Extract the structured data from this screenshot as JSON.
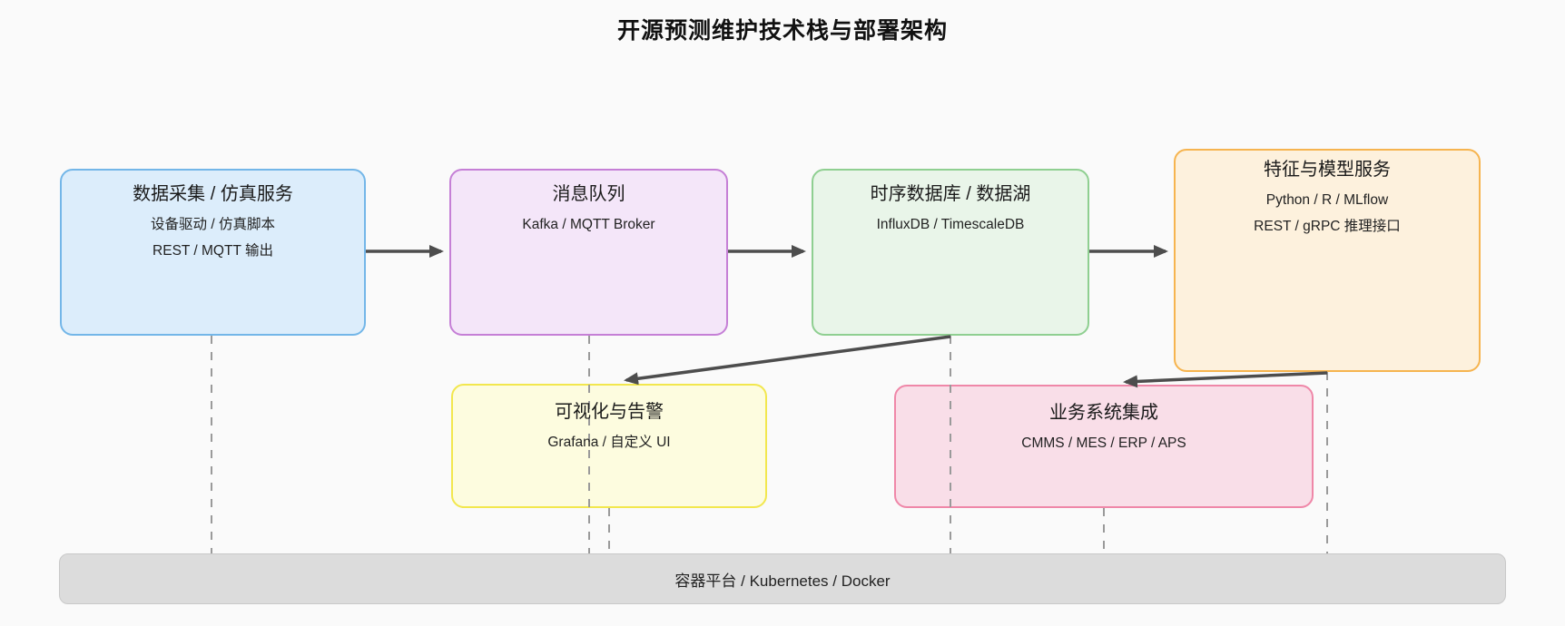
{
  "title": "开源预测维护技术栈与部署架构",
  "nodes": [
    {
      "id": "data-collection",
      "title": "数据采集 / 仿真服务",
      "lines": [
        "设备驱动 / 仿真脚本",
        "REST / MQTT 输出"
      ],
      "fill": "#dcedfb",
      "border": "#73b6e8"
    },
    {
      "id": "message-queue",
      "title": "消息队列",
      "lines": [
        "Kafka / MQTT Broker"
      ],
      "fill": "#f4e6f9",
      "border": "#c57fd6"
    },
    {
      "id": "timeseries-db",
      "title": "时序数据库 / 数据湖",
      "lines": [
        "InfluxDB / TimescaleDB"
      ],
      "fill": "#e9f5e9",
      "border": "#8fcf91"
    },
    {
      "id": "feature-model-service",
      "title": "特征与模型服务",
      "lines": [
        "Python / R / MLflow",
        "REST / gRPC 推理接口"
      ],
      "fill": "#fdf1dd",
      "border": "#f6b44f"
    },
    {
      "id": "visualization-alerts",
      "title": "可视化与告警",
      "lines": [
        "Grafana / 自定义 UI"
      ],
      "fill": "#fdfcdf",
      "border": "#f2e74e"
    },
    {
      "id": "business-integration",
      "title": "业务系统集成",
      "lines": [
        "CMMS / MES / ERP / APS"
      ],
      "fill": "#f9dee8",
      "border": "#ef87a8"
    }
  ],
  "platform": {
    "label": "容器平台 / Kubernetes / Docker",
    "fill": "#dcdcdc",
    "border": "#c9c9c9"
  },
  "edges": {
    "arrow_color": "#4d4d4d",
    "dashed_color": "#9a9a9a"
  }
}
